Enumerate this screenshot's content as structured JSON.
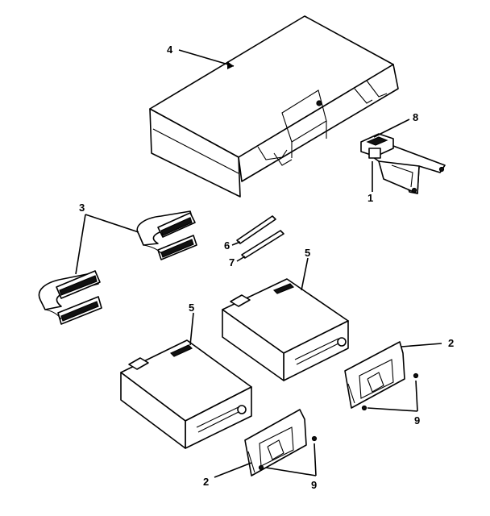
{
  "callouts": {
    "c1": "1",
    "c2a": "2",
    "c2b": "2",
    "c3": "3",
    "c4": "4",
    "c5a": "5",
    "c5b": "5",
    "c6": "6",
    "c7": "7",
    "c8": "8",
    "c9a": "9",
    "c9b": "9"
  }
}
